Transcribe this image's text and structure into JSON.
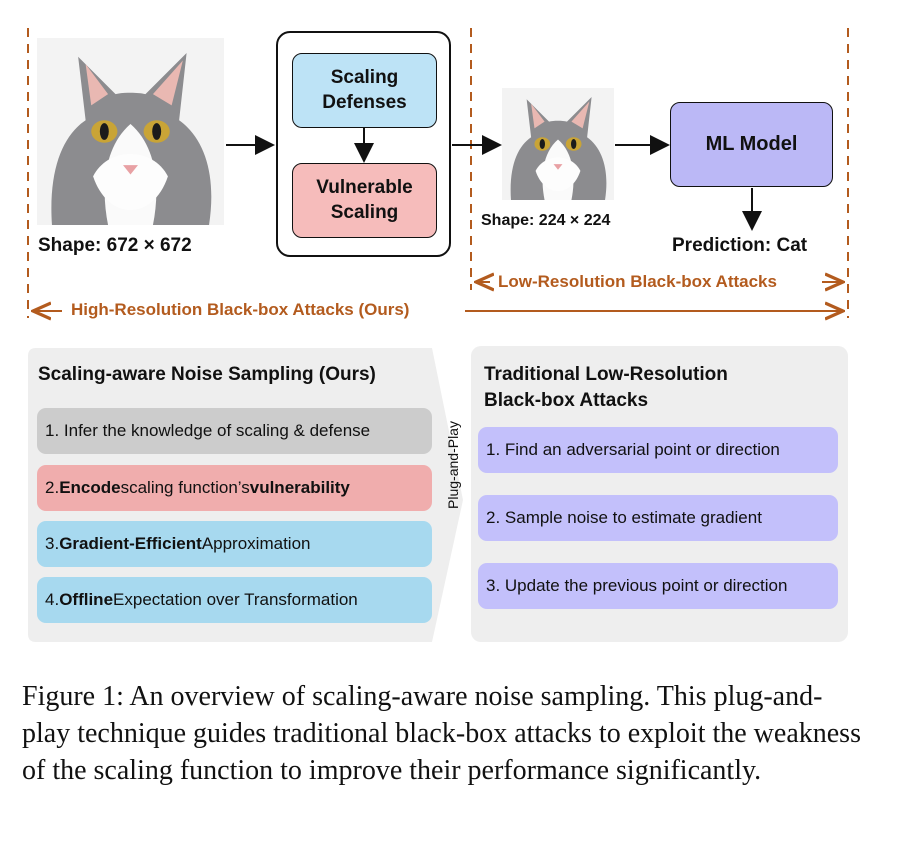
{
  "top_diagram": {
    "high_res_shape": "Shape: 672 × 672",
    "low_res_shape": "Shape: 224 × 224",
    "scaling_defenses": "Scaling\nDefenses",
    "vulnerable_scaling": "Vulnerable\nScaling",
    "ml_model": "ML Model",
    "prediction": "Prediction: Cat",
    "low_res_attacks": "Low-Resolution Black-box Attacks",
    "high_res_attacks": "High-Resolution Black-box Attacks (Ours)"
  },
  "left_panel": {
    "title": "Scaling-aware Noise Sampling (Ours)",
    "steps": [
      {
        "pre": "1. Infer the knowledge of scaling & defense",
        "bold": "",
        "mid": "",
        "bold2": "",
        "post": ""
      },
      {
        "pre": "2. ",
        "bold": "Encode",
        "mid": " scaling function’s ",
        "bold2": "vulnerability",
        "post": ""
      },
      {
        "pre": "3. ",
        "bold": "Gradient-Efficient",
        "mid": " Approximation",
        "bold2": "",
        "post": ""
      },
      {
        "pre": "4. ",
        "bold": "Offline",
        "mid": " Expectation over Transformation",
        "bold2": "",
        "post": ""
      }
    ]
  },
  "plug_label": "Plug-and-Play",
  "right_panel": {
    "title": "Traditional Low-Resolution\nBlack-box Attacks",
    "steps": [
      "1. Find an adversarial point or direction",
      "2. Sample noise to estimate gradient",
      "3. Update the previous point or direction"
    ]
  },
  "caption": "Figure 1:  An overview of scaling-aware noise sampling. This plug-and-play technique guides traditional black-box attacks to exploit the weakness of the scaling function to improve their performance significantly.",
  "colors": {
    "blue": "#bde3f6",
    "red": "#f6bcbb",
    "purple": "#bbb8f6",
    "accent_orange": "#b35b1e",
    "panel_gray": "#eeeeee"
  }
}
